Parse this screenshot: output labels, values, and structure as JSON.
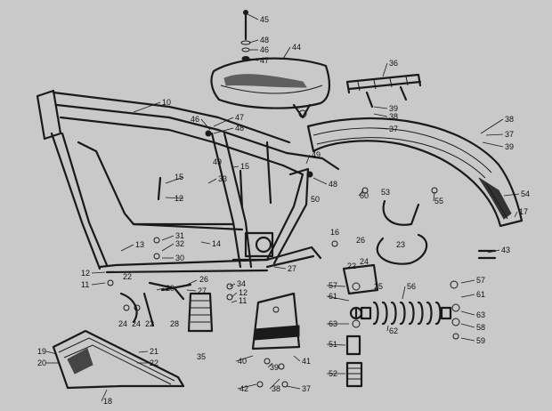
{
  "palette": {
    "background": "#c9c9c9",
    "ink": "#1a1a1a"
  },
  "callouts": [
    "45",
    "48",
    "46",
    "47",
    "44",
    "36",
    "10",
    "46",
    "47",
    "48",
    "49",
    "39",
    "38",
    "37",
    "38",
    "37",
    "39",
    "49",
    "15",
    "33",
    "12",
    "15",
    "48",
    "50",
    "60",
    "53",
    "55",
    "54",
    "17",
    "16",
    "31",
    "32",
    "13",
    "30",
    "14",
    "26",
    "43",
    "12",
    "11",
    "27",
    "23",
    "22",
    "24",
    "22",
    "25",
    "26",
    "27",
    "29",
    "24",
    "24",
    "22",
    "28",
    "34",
    "12",
    "11",
    "57",
    "56",
    "57",
    "61",
    "61",
    "63",
    "62",
    "63",
    "58",
    "59",
    "51",
    "52",
    "35",
    "40",
    "41",
    "39",
    "42",
    "38",
    "37",
    "19",
    "20",
    "21",
    "22",
    "18"
  ]
}
